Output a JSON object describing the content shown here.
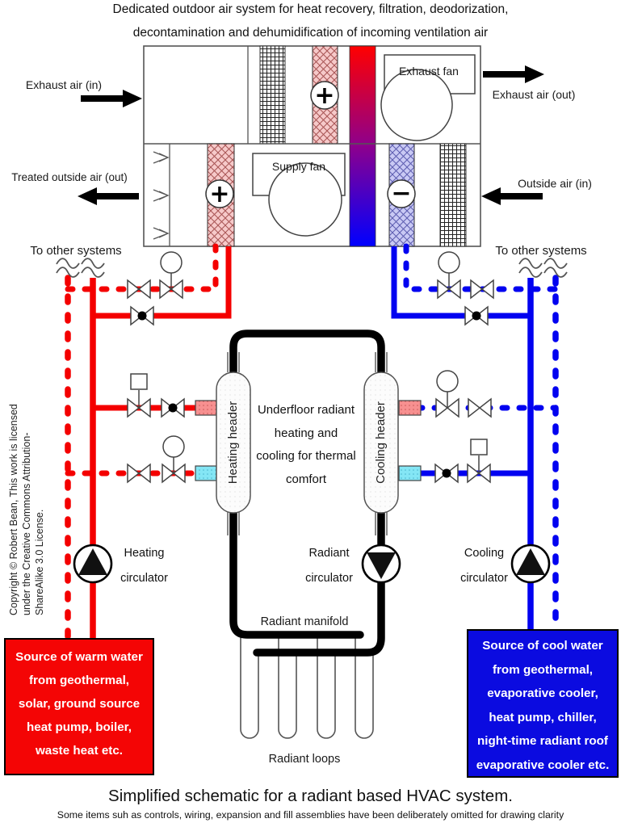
{
  "title": {
    "line1": "Dedicated outdoor air system for heat recovery, filtration, deodorization,",
    "line2": "decontamination and dehumidification of incoming ventilation air"
  },
  "air_labels": {
    "exhaust_in": "Exhaust air (in)",
    "exhaust_out": "Exhaust air (out)",
    "treated_out": "Treated outside air (out)",
    "outside_in": "Outside air (in)"
  },
  "ahu": {
    "exhaust_fan": "Exhaust fan",
    "supply_fan": "Supply fan",
    "plus": "+",
    "minus": "−"
  },
  "to_other_systems": {
    "left": "To other systems",
    "right": "To other systems"
  },
  "headers": {
    "heating": "Heating header",
    "cooling": "Cooling header",
    "center_lines": [
      "Underfloor radiant",
      "heating and",
      "cooling for thermal",
      "comfort"
    ]
  },
  "circulators": {
    "heating": "Heating circulator",
    "radiant": "Radiant circulator",
    "cooling": "Cooling circulator"
  },
  "manifold": {
    "label": "Radiant manifold",
    "loops_label": "Radiant loops"
  },
  "sources": {
    "warm": {
      "lines": [
        "Source of warm water",
        "from geothermal,",
        "solar, ground source",
        "heat pump, boiler,",
        "waste heat etc."
      ]
    },
    "cool": {
      "lines": [
        "Source of cool water",
        "from geothermal,",
        "evaporative cooler,",
        "heat pump, chiller,",
        "night-time radiant roof",
        "evaporative cooler etc."
      ]
    }
  },
  "copyright_lines": [
    "Copyright © Robert Bean, This work is licensed",
    "under the Creative Commons Attribution-",
    "ShareAlike 3.0 License."
  ],
  "caption": "Simplified schematic for a radiant based HVAC system.",
  "footnote": "Some items suh as controls, wiring, expansion and fill assemblies have been deliberately omitted for drawing clarity",
  "colors": {
    "hot_pipe": "#f40000",
    "cold_pipe": "#0202f0",
    "warm_box": "#f40505",
    "cool_box": "#0b0be0",
    "gradient_top": "#ff0000",
    "gradient_mid": "#8d008d",
    "gradient_bottom": "#0000ff"
  }
}
